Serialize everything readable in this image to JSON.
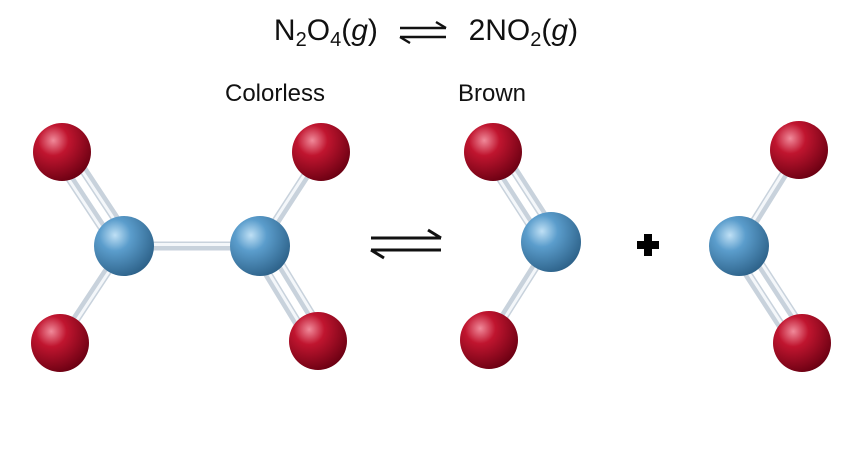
{
  "equation": {
    "reactant_prefix": "N",
    "reactant_sub1": "2",
    "reactant_mid": "O",
    "reactant_sub2": "4",
    "reactant_state_open": "(",
    "reactant_state": "g",
    "reactant_state_close": ")",
    "product_prefix": "2NO",
    "product_sub": "2",
    "product_state_open": "(",
    "product_state": "g",
    "product_state_close": ")"
  },
  "labels": {
    "reactant": "Colorless",
    "product": "Brown"
  },
  "colors": {
    "nitrogen": "#4f8fc0",
    "oxygen": "#b0102a",
    "bond": "#c8d2dc",
    "background": "#ffffff"
  }
}
